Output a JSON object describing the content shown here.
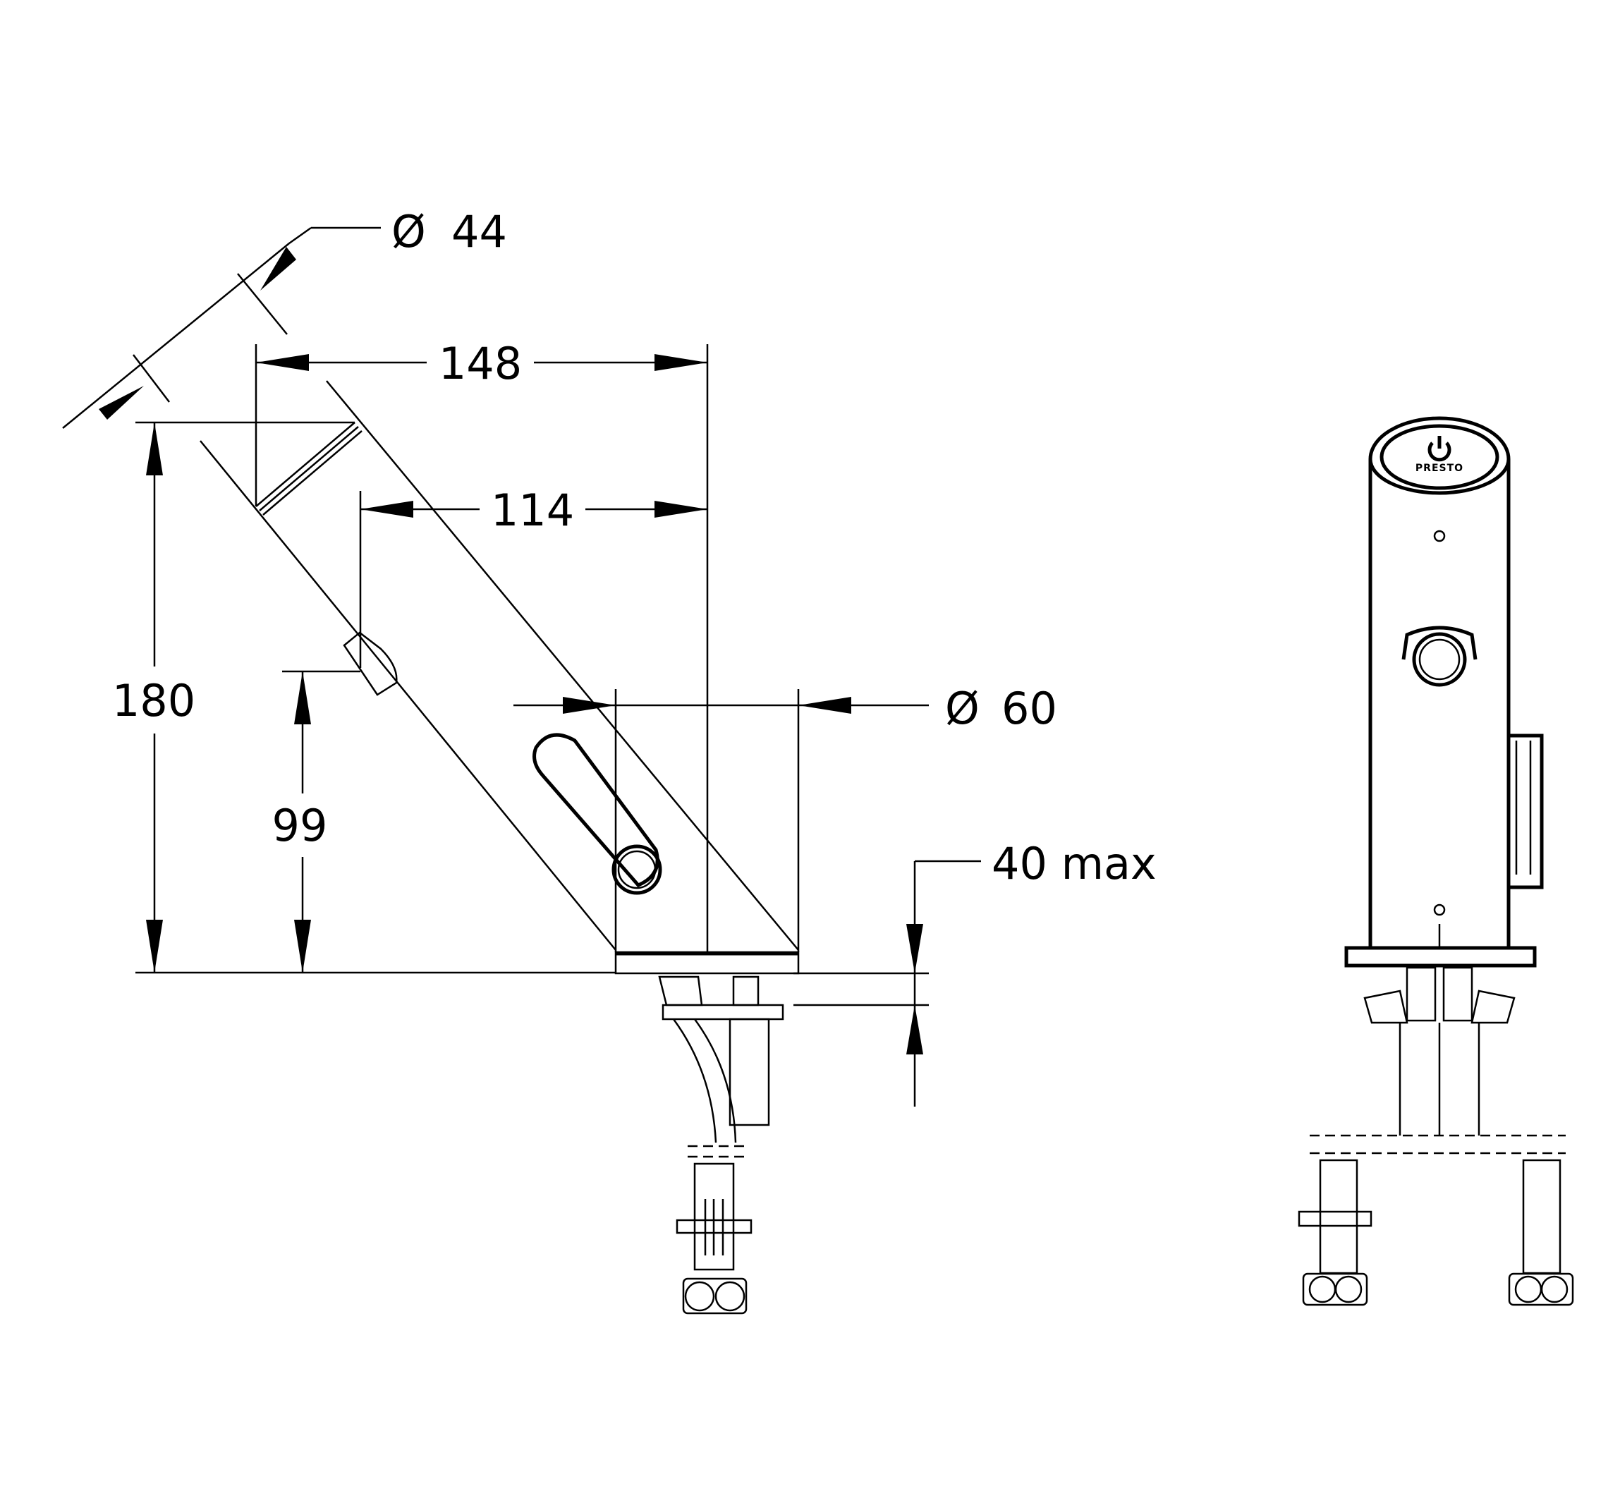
{
  "drawing": {
    "diameter_symbol": "Ø",
    "spout_diameter": "44",
    "overall_reach": "148",
    "sensor_reach": "114",
    "overall_height": "180",
    "sensor_height": "99",
    "body_diameter": "60",
    "max_deck_thickness": "40 max",
    "logo_text": "PRESTO"
  }
}
